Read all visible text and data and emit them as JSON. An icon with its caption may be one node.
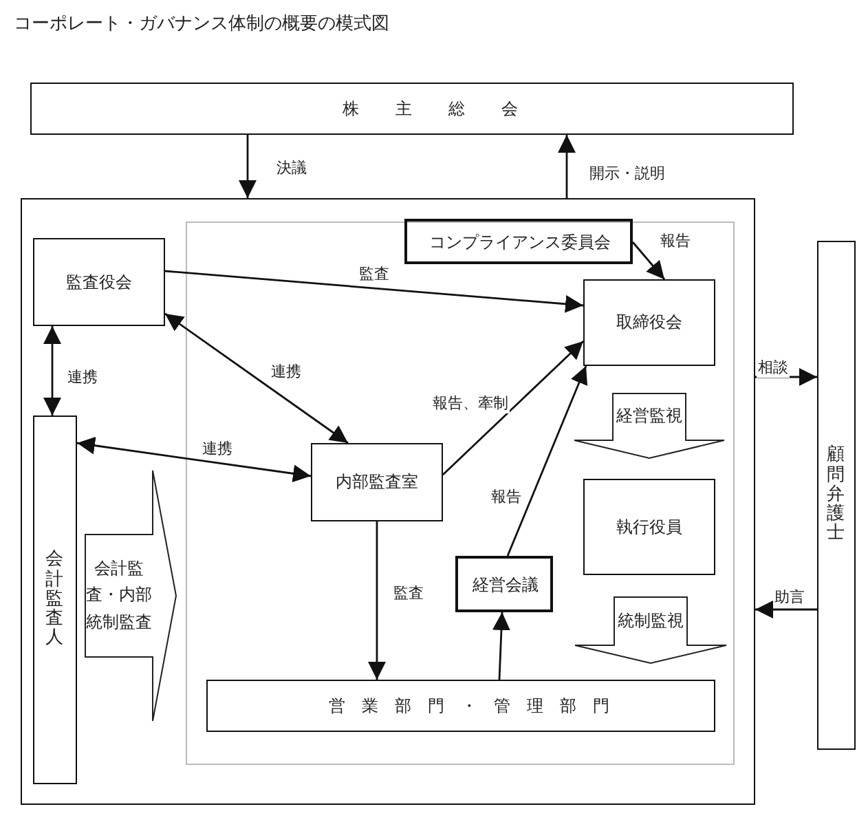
{
  "diagram": {
    "title": "コーポレート・ガバナンス体制の概要の模式図",
    "nodes": [
      {
        "text": [
          "株主総会"
        ]
      },
      {
        "text": [],
        "shape": "box"
      },
      {
        "text": [],
        "shape": "box",
        "in": 1
      },
      {
        "text": [
          "監査役会"
        ],
        "in": 1
      },
      {
        "text": [
          "コンプライアンス委員会"
        ],
        "in": 2
      },
      {
        "text": [
          "取締役会"
        ],
        "in": 2
      },
      {
        "text": [
          "会計監査人"
        ],
        "in": 1
      },
      {
        "text": [
          "内部監査室"
        ],
        "in": 2
      },
      {
        "text": [
          "執行役員"
        ],
        "in": 2
      },
      {
        "text": [
          "経営会議"
        ],
        "in": 2
      },
      {
        "text": [
          "営業部門・管理部門"
        ],
        "in": 2
      },
      {
        "text": [
          "顧問弁護士"
        ]
      }
    ],
    "edges": [
      {
        "from": 0,
        "to": 1,
        "arrow": "to",
        "label": "決議"
      },
      {
        "from": 1,
        "to": 0,
        "arrow": "to",
        "label": "開示・説明"
      },
      {
        "from": 4,
        "to": 5,
        "arrow": "to",
        "label": "報告"
      },
      {
        "from": 3,
        "to": 5,
        "arrow": "to",
        "label": "監査"
      },
      {
        "from": 3,
        "to": 7,
        "arrow": "both",
        "label": "連携"
      },
      {
        "from": 3,
        "to": 6,
        "arrow": "both",
        "label": "連携"
      },
      {
        "from": 6,
        "to": 7,
        "arrow": "both",
        "label": "連携"
      },
      {
        "from": 7,
        "to": 5,
        "arrow": "to",
        "label": "報告、牽制"
      },
      {
        "from": 9,
        "to": 5,
        "arrow": "to",
        "label": "報告"
      },
      {
        "from": 7,
        "to": 10,
        "arrow": "to",
        "label": "監査"
      },
      {
        "from": 10,
        "to": 9,
        "arrow": "to"
      },
      {
        "from": 1,
        "to": 11,
        "arrow": "to",
        "label": "相談"
      },
      {
        "from": 11,
        "to": 1,
        "arrow": "to",
        "label": "助言"
      },
      {
        "from": 6,
        "to": 2,
        "arrow": "to",
        "label": "会計監査・内部統制監査"
      },
      {
        "from": 5,
        "to": 8,
        "arrow": "to",
        "label": "経営監視"
      },
      {
        "from": 8,
        "to": 10,
        "arrow": "to",
        "label": "統制監視"
      }
    ]
  }
}
